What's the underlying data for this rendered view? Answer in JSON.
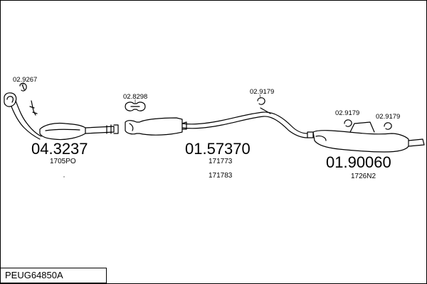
{
  "diagram": {
    "main_parts": [
      {
        "code": "04.3237",
        "refs": [
          "1705PO"
        ]
      },
      {
        "code": "01.57370",
        "refs": [
          "171773",
          "171783"
        ]
      },
      {
        "code": "01.90060",
        "refs": [
          "1726N2"
        ]
      }
    ],
    "accessories": [
      {
        "code": "02.9267"
      },
      {
        "code": "02.8298"
      },
      {
        "code": "02.9179"
      },
      {
        "code": "02.9179"
      },
      {
        "code": "02.9179"
      }
    ]
  },
  "footer": {
    "reference": "PEUG64850A"
  }
}
